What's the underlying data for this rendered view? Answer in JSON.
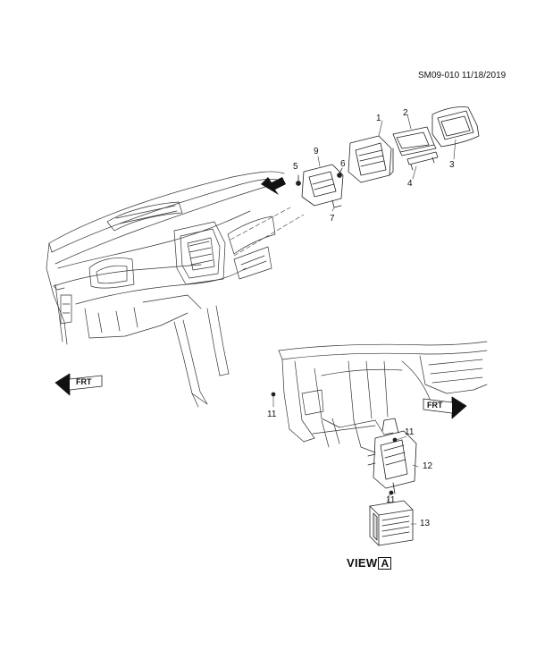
{
  "reference": "SM09-010 11/18/2019",
  "callouts": [
    "1",
    "2",
    "3",
    "4",
    "5",
    "6",
    "7",
    "9",
    "11",
    "11",
    "11",
    "12",
    "13"
  ],
  "view": {
    "word": "VIEW",
    "letter": "A"
  },
  "front_arrows": [
    {
      "icon": "front-arrow-icon",
      "label": "FRT"
    },
    {
      "icon": "front-arrow-icon",
      "label": "FRT"
    }
  ]
}
